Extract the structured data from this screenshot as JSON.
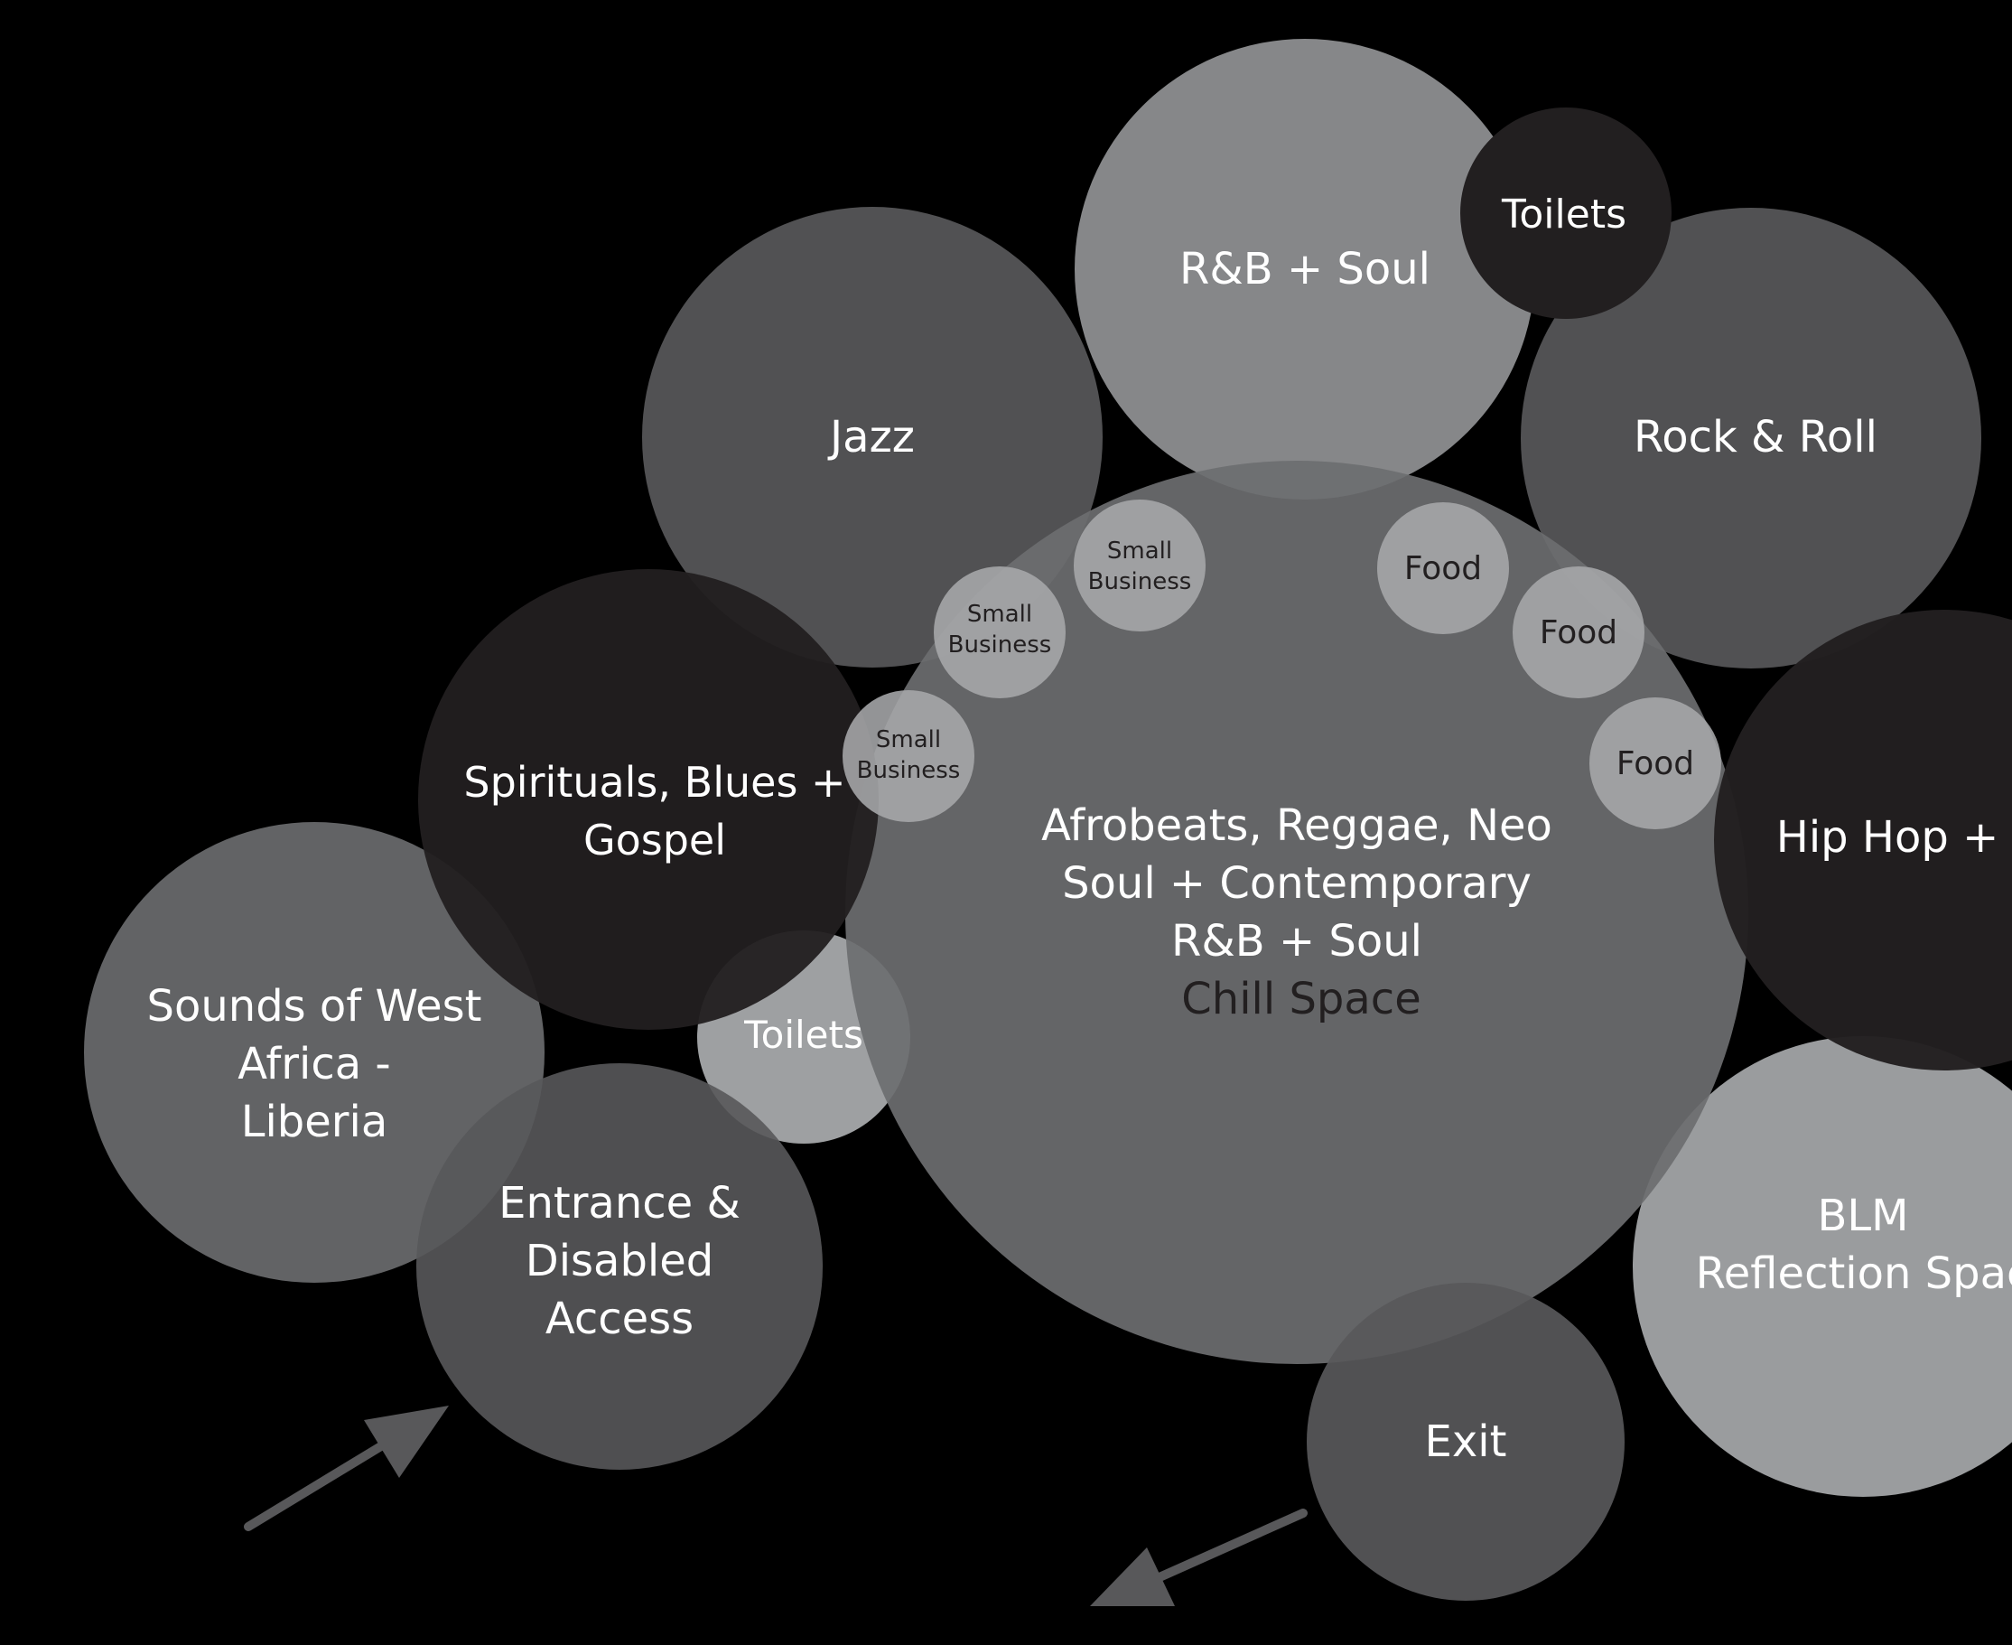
{
  "colors": {
    "background": "#000000",
    "dark": "#221f20",
    "medium": "#58585a",
    "light": "#919395",
    "pale": "#a7a9ab",
    "main": "#6d6e70",
    "arrow": "#58585a",
    "text_light": "#ffffff",
    "text_dark": "#221f20"
  },
  "zones": {
    "rnb_soul": {
      "label": "R&B + Soul"
    },
    "toilets_top": {
      "label": "Toilets"
    },
    "jazz": {
      "label": "Jazz"
    },
    "rock_roll": {
      "label": "Rock & Roll"
    },
    "hip_hop": {
      "label": "Hip Hop +"
    },
    "blm": {
      "line1": "BLM",
      "line2": "Reflection Spac"
    },
    "main_space": {
      "line1": "Afrobeats, Reggae, Neo",
      "line2": "Soul + Contemporary",
      "line3": "R&B + Soul",
      "line4": "Chill  Space"
    },
    "spirituals": {
      "line1": "Spirituals, Blues +",
      "line2": "Gospel"
    },
    "toilets_mid": {
      "label": "Toilets"
    },
    "west_africa": {
      "line1": "Sounds of West",
      "line2": "Africa -",
      "line3": "Liberia"
    },
    "entrance": {
      "line1": "Entrance &",
      "line2": "Disabled",
      "line3": "Access"
    },
    "exit": {
      "label": "Exit"
    },
    "small_business_1": {
      "line1": "Small",
      "line2": "Business"
    },
    "small_business_2": {
      "line1": "Small",
      "line2": "Business"
    },
    "small_business_3": {
      "line1": "Small",
      "line2": "Business"
    },
    "food_1": {
      "label": "Food"
    },
    "food_2": {
      "label": "Food"
    },
    "food_3": {
      "label": "Food"
    }
  },
  "arrows": {
    "entry": {
      "direction": "in"
    },
    "exit": {
      "direction": "out"
    }
  }
}
